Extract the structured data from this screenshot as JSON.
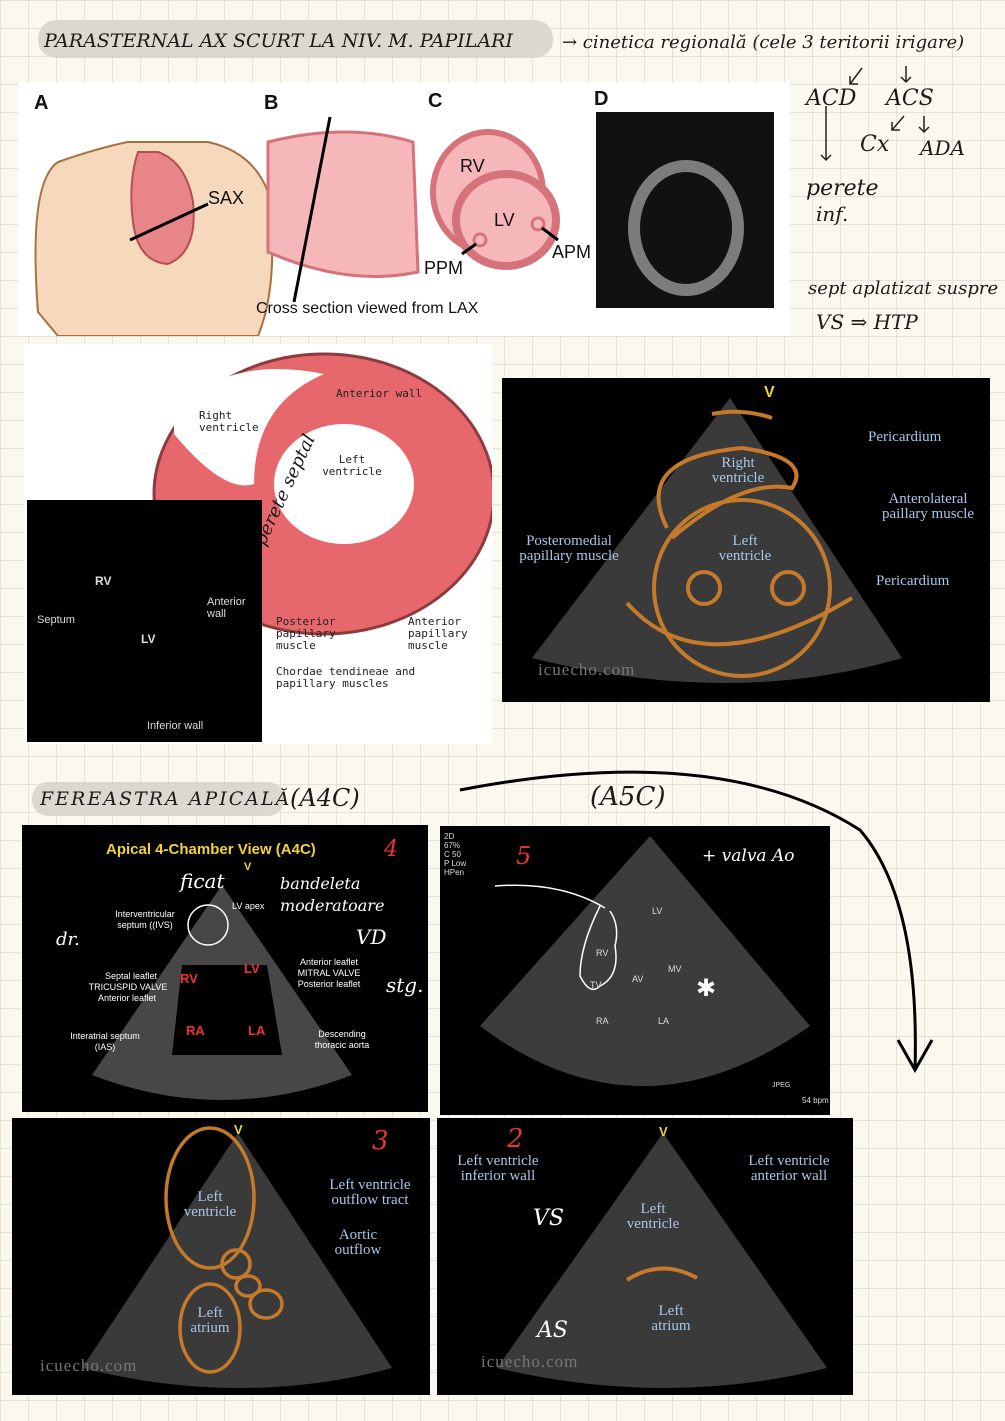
{
  "header": {
    "title": "PARASTERNAL AX SCURT LA NIV. M. PAPILARI",
    "title_rest": "→ cinetica regională (cele 3 teritorii irigare)"
  },
  "side_notes": {
    "acd": "ACD",
    "acs": "ACS",
    "cx": "Cx",
    "ada": "ADA",
    "perete": "perete",
    "inf": "inf.",
    "sept": "sept aplatizat suspre",
    "vs_htp": "VS ⇒ HTP"
  },
  "figure1": {
    "label_a": "A",
    "label_b": "B",
    "label_c": "C",
    "label_d": "D",
    "sax": "SAX",
    "rv": "RV",
    "lv": "LV",
    "ppm": "PPM",
    "apm": "APM",
    "caption": "Cross section viewed from LAX"
  },
  "figure2": {
    "right_ventricle": "Right ventricle",
    "anterior_wall": "Anterior wall",
    "left_ventricle": "Left ventricle",
    "posterior_papillary": "Posterior papillary muscle",
    "anterior_papillary": "Anterior papillary muscle",
    "chordae": "Chordae tendineae and papillary muscles",
    "perete_septal": "perete septal",
    "echo_rv": "RV",
    "echo_lv": "LV",
    "septum": "Septum",
    "echo_anterior_wall": "Anterior wall",
    "inferior_wall": "Inferior wall"
  },
  "figure3": {
    "v": "V",
    "pericardium_top": "Pericardium",
    "right_ventricle": "Right ventricle",
    "anterolateral": "Anterolateral paillary muscle",
    "posteromedial": "Posteromedial papillary muscle",
    "left_ventricle": "Left ventricle",
    "pericardium_bottom": "Pericardium",
    "watermark": "icuecho.com"
  },
  "apical": {
    "title": "FEREASTRA APICALĂ",
    "a4c": "(A4C)",
    "a5c": "(A5C)"
  },
  "a4c": {
    "title": "Apical 4-Chamber View (A4C)",
    "number": "4",
    "ficat": "ficat",
    "v": "V",
    "bandeleta": "bandeleta moderatoare",
    "vd": "VD",
    "dr": "dr.",
    "stg": "stg.",
    "lv_apex": "LV apex",
    "ivs": "Interventricular septum ((IVS)",
    "septal": "Septal leaflet",
    "tricuspid": "TRICUSPID VALVE",
    "anterior_leaflet_t": "Anterior leaflet",
    "anterior_leaflet_m": "Anterior leaflet",
    "mitral": "MITRAL VALVE",
    "posterior_leaflet": "Posterior leaflet",
    "rv": "RV",
    "lv": "LV",
    "ra": "RA",
    "la": "LA",
    "ias": "Interatrial septum (IAS)",
    "aorta": "Descending thoracic aorta"
  },
  "a5c": {
    "number": "5",
    "valva": "+ valva Ao",
    "settings": "2D\n67%\nC 50\nP Low\nHPen",
    "lv": "LV",
    "rv": "RV",
    "tv": "TV",
    "av": "AV",
    "mv": "MV",
    "ra": "RA",
    "la": "LA",
    "jpeg": "JPEG",
    "bpm": "54 bpm"
  },
  "bottom_left": {
    "number": "3",
    "v": "V",
    "left_ventricle": "Left ventricle",
    "lvot": "Left ventricle outflow tract",
    "aortic": "Aortic outflow",
    "left_atrium": "Left atrium",
    "watermark": "icuecho.com"
  },
  "bottom_right": {
    "number": "2",
    "v": "V",
    "inferior": "Left ventricle inferior wall",
    "anterior": "Left ventricle anterior wall",
    "left_ventricle": "Left ventricle",
    "left_atrium": "Left atrium",
    "vs": "VS",
    "as": "AS",
    "watermark": "icuecho.com"
  }
}
